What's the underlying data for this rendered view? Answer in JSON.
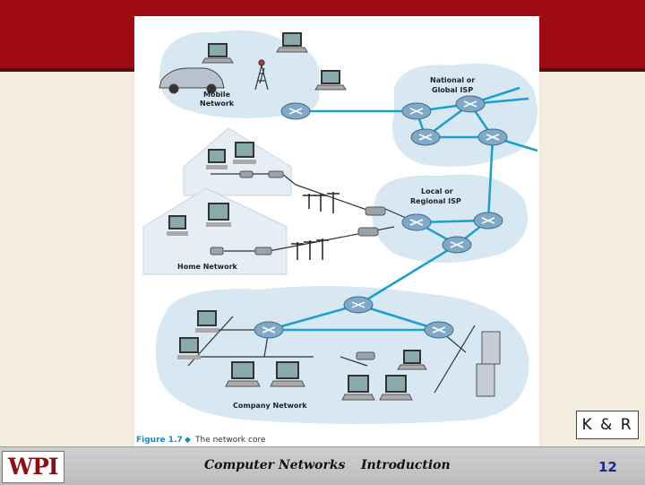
{
  "slide": {
    "course_title": "Computer Networks",
    "section": "Introduction",
    "page_number": "12",
    "credit": "K & R",
    "logo_text": "WPI"
  },
  "figure": {
    "caption_prefix": "Figure 1.7",
    "caption_text": "The network core",
    "labels": {
      "mobile_line1": "Mobile",
      "mobile_line2": "Network",
      "national_line1": "National or",
      "national_line2": "Global ISP",
      "local_line1": "Local or",
      "local_line2": "Regional ISP",
      "home": "Home Network",
      "company": "Company Network"
    }
  },
  "colors": {
    "header": "#9e0a12",
    "link": "#1aa0cf",
    "cloud": "#d8e8f3",
    "router": "#7fa9c6"
  }
}
